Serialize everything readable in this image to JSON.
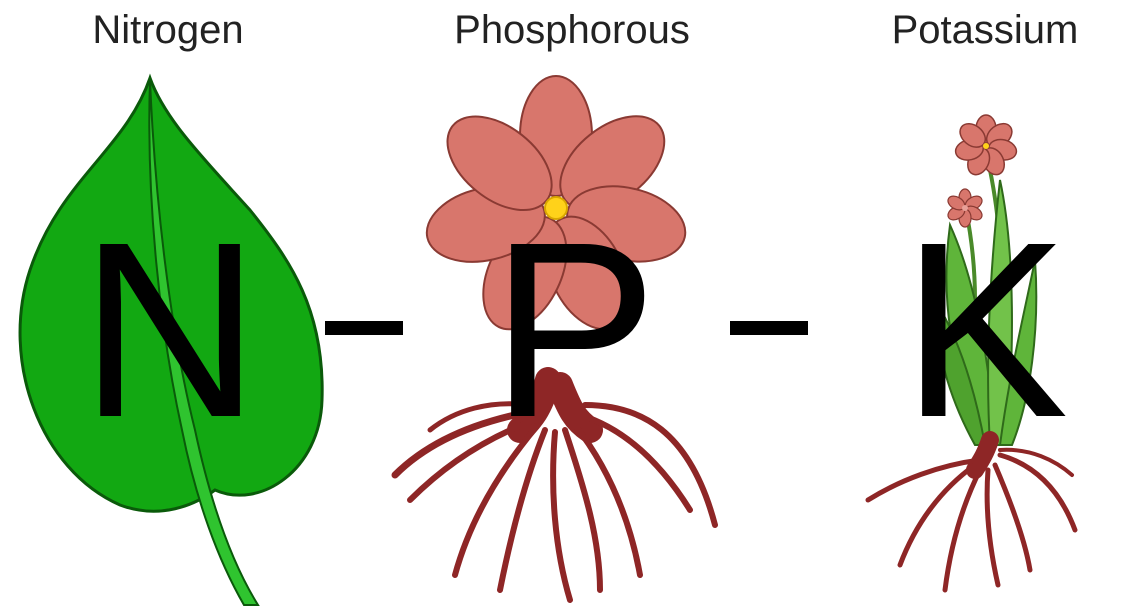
{
  "nutrients": [
    {
      "name": "Nitrogen",
      "symbol": "N"
    },
    {
      "name": "Phosphorous",
      "symbol": "P"
    },
    {
      "name": "Potassium",
      "symbol": "K"
    }
  ],
  "separator": "-",
  "colors": {
    "leaf": "#12a812",
    "leaf_outline": "#0a5a0a",
    "petal": "#d8766c",
    "petal_outline": "#8a3a33",
    "flower_center": "#ffd21a",
    "root": "#8e2626",
    "stem": "#5fb53a",
    "text": "#222222"
  },
  "icons": [
    "leaf-icon",
    "flower-icon",
    "roots-icon",
    "plant-icon"
  ]
}
